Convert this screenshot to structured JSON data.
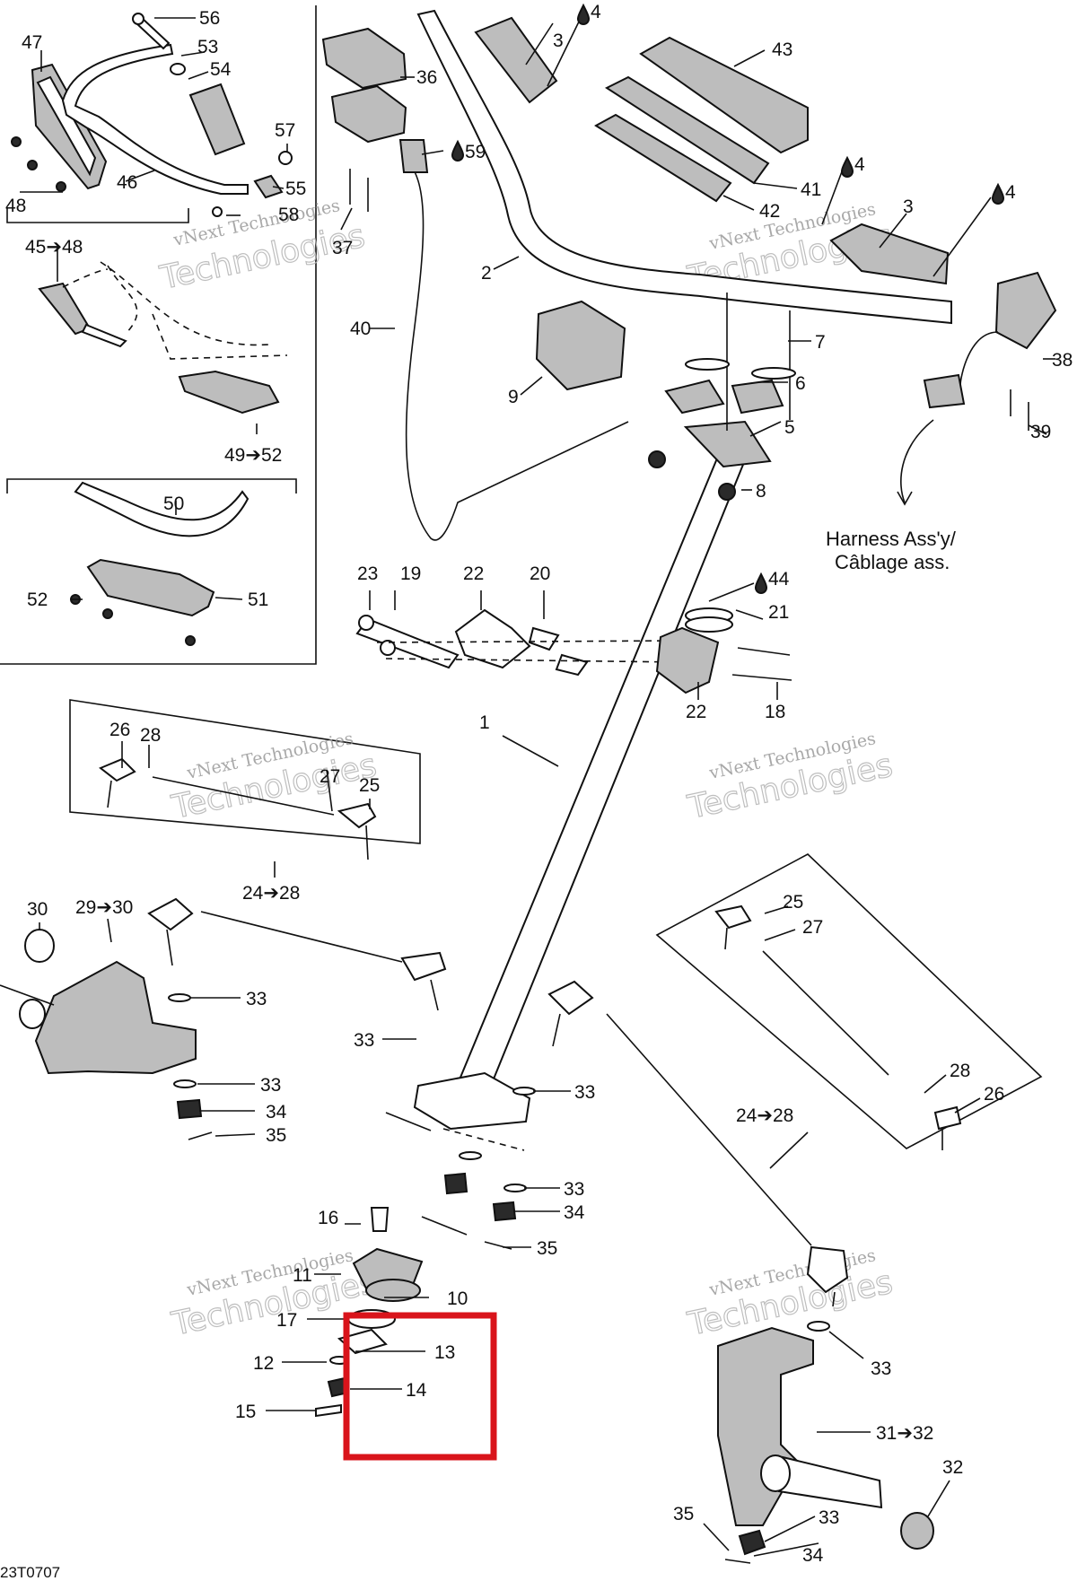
{
  "diagram": {
    "callouts": {
      "c56": "56",
      "c47": "47",
      "c53": "53",
      "c54": "54",
      "c57": "57",
      "c55": "55",
      "c46": "46",
      "c48": "48",
      "c58": "58",
      "c45_48": "45➔48",
      "c49_52": "49➔52",
      "c50": "50",
      "c51": "51",
      "c52": "52",
      "c36": "36",
      "c37": "37",
      "c59": "59",
      "c40": "40",
      "c3a": "3",
      "c4a": "4",
      "c43": "43",
      "c41": "41",
      "c42": "42",
      "c4b": "4",
      "c3b": "3",
      "c4c": "4",
      "c2": "2",
      "c9": "9",
      "c7": "7",
      "c6": "6",
      "c5": "5",
      "c8": "8",
      "c38": "38",
      "c39": "39",
      "c23": "23",
      "c19": "19",
      "c22a": "22",
      "c20": "20",
      "c44": "44",
      "c21": "21",
      "c22b": "22",
      "c18": "18",
      "c1": "1",
      "c26a": "26",
      "c28a": "28",
      "c27a": "27",
      "c25a": "25",
      "c24_28a": "24➔28",
      "c30": "30",
      "c29_30": "29➔30",
      "c33a": "33",
      "c33b": "33",
      "c33c": "33",
      "c34a": "34",
      "c35a": "35",
      "c33d": "33",
      "c33e": "33",
      "c34b": "34",
      "c35b": "35",
      "c25b": "25",
      "c27b": "27",
      "c28b": "28",
      "c26b": "26",
      "c24_28b": "24➔28",
      "c16": "16",
      "c11": "11",
      "c10": "10",
      "c17": "17",
      "c13": "13",
      "c12": "12",
      "c14": "14",
      "c15": "15",
      "c33f": "33",
      "c31_32": "31➔32",
      "c32": "32",
      "c35c": "35",
      "c33g": "33",
      "c34c": "34"
    },
    "harness_note_line1": "Harness Ass'y/",
    "harness_note_line2": "Câblage ass.",
    "drawing_code": "23T0707",
    "watermark_line1": "vNext Technologies",
    "watermark_line2": "Technologies",
    "highlight_color": "#d9141b"
  }
}
